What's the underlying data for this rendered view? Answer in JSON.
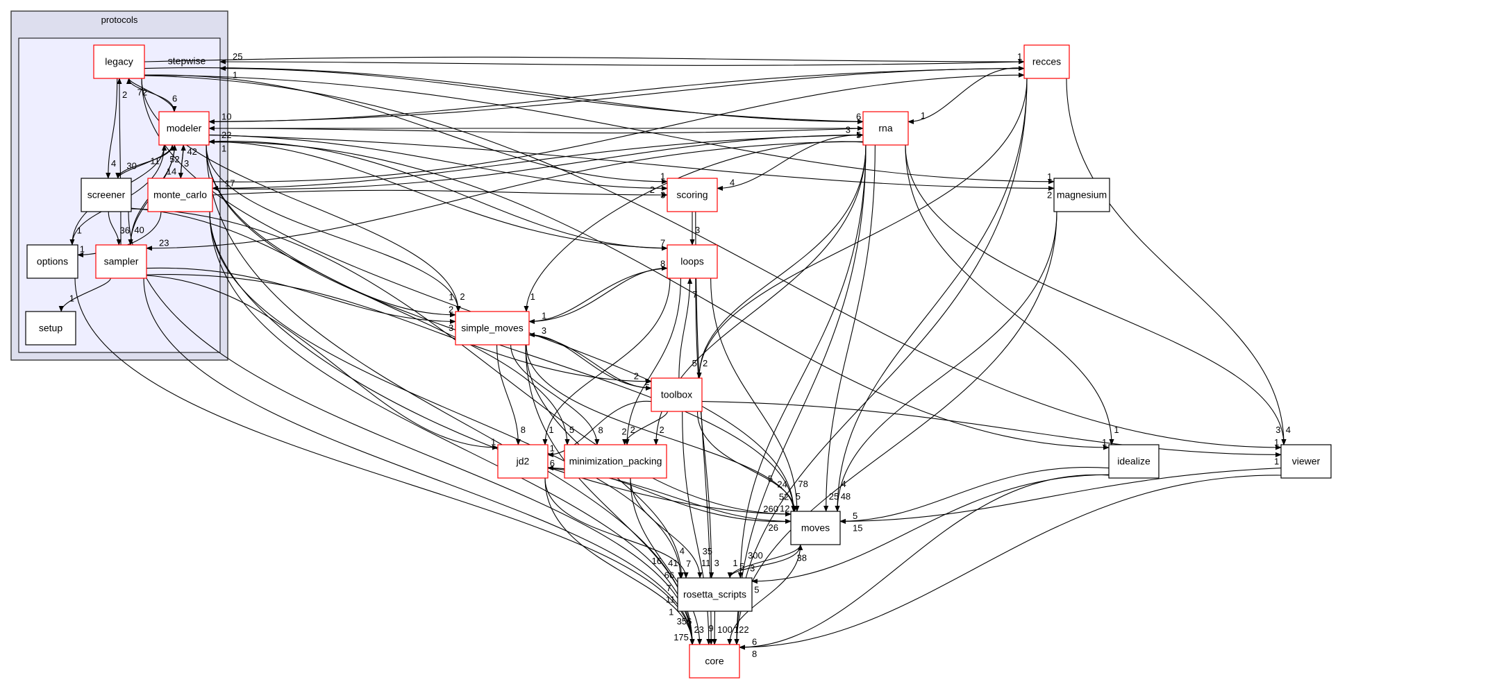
{
  "cluster": {
    "outer_title": "protocols",
    "inner_title": "stepwise",
    "outer_fill": "#dddeee",
    "inner_fill": "#eeeeff"
  },
  "colors": {
    "has_subdirs_border": "#ff0000",
    "plain_border": "#000000",
    "edge": "#000000"
  },
  "nodes": [
    {
      "id": "legacy",
      "label": "legacy",
      "has_subdirs": true
    },
    {
      "id": "modeler",
      "label": "modeler",
      "has_subdirs": true
    },
    {
      "id": "screener",
      "label": "screener",
      "has_subdirs": false
    },
    {
      "id": "monte_carlo",
      "label": "monte_carlo",
      "has_subdirs": true
    },
    {
      "id": "options",
      "label": "options",
      "has_subdirs": false
    },
    {
      "id": "sampler",
      "label": "sampler",
      "has_subdirs": true
    },
    {
      "id": "setup",
      "label": "setup",
      "has_subdirs": false
    },
    {
      "id": "recces",
      "label": "recces",
      "has_subdirs": true
    },
    {
      "id": "rna",
      "label": "rna",
      "has_subdirs": true
    },
    {
      "id": "magnesium",
      "label": "magnesium",
      "has_subdirs": false
    },
    {
      "id": "scoring",
      "label": "scoring",
      "has_subdirs": true
    },
    {
      "id": "loops",
      "label": "loops",
      "has_subdirs": true
    },
    {
      "id": "simple_moves",
      "label": "simple_moves",
      "has_subdirs": true
    },
    {
      "id": "toolbox",
      "label": "toolbox",
      "has_subdirs": true
    },
    {
      "id": "jd2",
      "label": "jd2",
      "has_subdirs": true
    },
    {
      "id": "minimization_packing",
      "label": "minimization_packing",
      "has_subdirs": true
    },
    {
      "id": "idealize",
      "label": "idealize",
      "has_subdirs": false
    },
    {
      "id": "viewer",
      "label": "viewer",
      "has_subdirs": false
    },
    {
      "id": "moves",
      "label": "moves",
      "has_subdirs": false
    },
    {
      "id": "rosetta_scripts",
      "label": "rosetta_scripts",
      "has_subdirs": false
    },
    {
      "id": "core",
      "label": "core",
      "has_subdirs": true
    }
  ],
  "edges": [
    {
      "from": "legacy",
      "to": "modeler",
      "label": "6"
    },
    {
      "from": "modeler",
      "to": "legacy",
      "label": "72"
    },
    {
      "from": "legacy",
      "to": "screener",
      "label": "4"
    },
    {
      "from": "sampler",
      "to": "legacy",
      "label": "2"
    },
    {
      "from": "modeler",
      "to": "screener",
      "label": "30"
    },
    {
      "from": "screener",
      "to": "modeler",
      "label": "52"
    },
    {
      "from": "modeler",
      "to": "monte_carlo",
      "label": "3"
    },
    {
      "from": "monte_carlo",
      "to": "modeler",
      "label": "42"
    },
    {
      "from": "modeler",
      "to": "options",
      "label": "1"
    },
    {
      "from": "options",
      "to": "modeler",
      "label": "11"
    },
    {
      "from": "sampler",
      "to": "modeler",
      "label": "14"
    },
    {
      "from": "modeler",
      "to": "sampler",
      "label": "40"
    },
    {
      "from": "screener",
      "to": "sampler",
      "label": "36"
    },
    {
      "from": "monte_carlo",
      "to": "options",
      "label": "1"
    },
    {
      "from": "sampler",
      "to": "setup",
      "label": "1"
    },
    {
      "from": "rna",
      "to": "sampler",
      "label": "23"
    },
    {
      "from": "recces",
      "to": "stepwise",
      "label": "25"
    },
    {
      "from": "rna",
      "to": "stepwise",
      "label": "1"
    },
    {
      "from": "recces",
      "to": "modeler",
      "label": "10"
    },
    {
      "from": "rna",
      "to": "modeler",
      "label": "22"
    },
    {
      "from": "loops",
      "to": "modeler",
      "label": "1"
    },
    {
      "from": "rna",
      "to": "monte_carlo",
      "label": "17"
    },
    {
      "from": "legacy",
      "to": "recces",
      "label": "1"
    },
    {
      "from": "modeler",
      "to": "recces",
      "label": ""
    },
    {
      "from": "monte_carlo",
      "to": "recces",
      "label": ""
    },
    {
      "from": "legacy",
      "to": "rna",
      "label": "6"
    },
    {
      "from": "modeler",
      "to": "rna",
      "label": "5"
    },
    {
      "from": "monte_carlo",
      "to": "rna",
      "label": "3"
    },
    {
      "from": "recces",
      "to": "rna",
      "label": "1"
    },
    {
      "from": "legacy",
      "to": "magnesium",
      "label": "1"
    },
    {
      "from": "modeler",
      "to": "magnesium",
      "label": "2"
    },
    {
      "from": "legacy",
      "to": "scoring",
      "label": "1"
    },
    {
      "from": "modeler",
      "to": "scoring",
      "label": "3"
    },
    {
      "from": "monte_carlo",
      "to": "scoring",
      "label": "2"
    },
    {
      "from": "rna",
      "to": "scoring",
      "label": "4"
    },
    {
      "from": "scoring",
      "to": "loops",
      "label": "3"
    },
    {
      "from": "modeler",
      "to": "loops",
      "label": "7"
    },
    {
      "from": "simple_moves",
      "to": "loops",
      "label": "8"
    },
    {
      "from": "toolbox",
      "to": "loops",
      "label": "7"
    },
    {
      "from": "legacy",
      "to": "simple_moves",
      "label": "2"
    },
    {
      "from": "modeler",
      "to": "simple_moves",
      "label": "1"
    },
    {
      "from": "screener",
      "to": "simple_moves",
      "label": "2"
    },
    {
      "from": "sampler",
      "to": "simple_moves",
      "label": "3"
    },
    {
      "from": "loops",
      "to": "simple_moves",
      "label": "1"
    },
    {
      "from": "rna",
      "to": "simple_moves",
      "label": "1"
    },
    {
      "from": "toolbox",
      "to": "simple_moves",
      "label": "3"
    },
    {
      "from": "simple_moves",
      "to": "toolbox",
      "label": "2"
    },
    {
      "from": "sampler",
      "to": "toolbox",
      "label": "2"
    },
    {
      "from": "recces",
      "to": "toolbox",
      "label": "2"
    },
    {
      "from": "rna",
      "to": "toolbox",
      "label": "5"
    },
    {
      "from": "simple_moves",
      "to": "jd2",
      "label": "8"
    },
    {
      "from": "loops",
      "to": "jd2",
      "label": "1"
    },
    {
      "from": "sampler",
      "to": "jd2",
      "label": "1"
    },
    {
      "from": "toolbox",
      "to": "jd2",
      "label": "1"
    },
    {
      "from": "moves",
      "to": "jd2",
      "label": "6"
    },
    {
      "from": "simple_moves",
      "to": "minimization_packing",
      "label": "8"
    },
    {
      "from": "modeler",
      "to": "minimization_packing",
      "label": "5"
    },
    {
      "from": "loops",
      "to": "minimization_packing",
      "label": "2"
    },
    {
      "from": "toolbox",
      "to": "minimization_packing",
      "label": "2"
    },
    {
      "from": "rna",
      "to": "minimization_packing",
      "label": "2"
    },
    {
      "from": "modeler",
      "to": "moves",
      "label": "5"
    },
    {
      "from": "monte_carlo",
      "to": "moves",
      "label": "260"
    },
    {
      "from": "simple_moves",
      "to": "moves",
      "label": "52"
    },
    {
      "from": "jd2",
      "to": "moves",
      "label": "26"
    },
    {
      "from": "loops",
      "to": "moves",
      "label": "78"
    },
    {
      "from": "screener",
      "to": "moves",
      "label": "12"
    },
    {
      "from": "rna",
      "to": "moves",
      "label": "25"
    },
    {
      "from": "legacy",
      "to": "moves",
      "label": "24"
    },
    {
      "from": "toolbox",
      "to": "moves",
      "label": "5"
    },
    {
      "from": "idealize",
      "to": "moves",
      "label": "5"
    },
    {
      "from": "magnesium",
      "to": "moves",
      "label": "48"
    },
    {
      "from": "viewer",
      "to": "moves",
      "label": "15"
    },
    {
      "from": "recces",
      "to": "moves",
      "label": "4"
    },
    {
      "from": "rosetta_scripts",
      "to": "moves",
      "label": "38"
    },
    {
      "from": "jd2",
      "to": "rosetta_scripts",
      "label": "7"
    },
    {
      "from": "minimization_packing",
      "to": "rosetta_scripts",
      "label": "11"
    },
    {
      "from": "loops",
      "to": "rosetta_scripts",
      "label": "3"
    },
    {
      "from": "simple_moves",
      "to": "rosetta_scripts",
      "label": "41"
    },
    {
      "from": "monte_carlo",
      "to": "rosetta_scripts",
      "label": "4"
    },
    {
      "from": "moves",
      "to": "rosetta_scripts",
      "label": "5"
    },
    {
      "from": "rna",
      "to": "rosetta_scripts",
      "label": "1"
    },
    {
      "from": "idealize",
      "to": "rosetta_scripts",
      "label": ""
    },
    {
      "from": "rna",
      "to": "idealize",
      "label": "1"
    },
    {
      "from": "modeler",
      "to": "idealize",
      "label": "1"
    },
    {
      "from": "rna",
      "to": "viewer",
      "label": "4"
    },
    {
      "from": "legacy",
      "to": "viewer",
      "label": "1"
    },
    {
      "from": "recces",
      "to": "viewer",
      "label": "3"
    },
    {
      "from": "toolbox",
      "to": "viewer",
      "label": "1"
    },
    {
      "from": "rosetta_scripts",
      "to": "core",
      "label": "100"
    },
    {
      "from": "moves",
      "to": "core",
      "label": "122"
    },
    {
      "from": "jd2",
      "to": "core",
      "label": "23"
    },
    {
      "from": "minimization_packing",
      "to": "core",
      "label": "356"
    },
    {
      "from": "toolbox",
      "to": "core",
      "label": "35"
    },
    {
      "from": "simple_moves",
      "to": "core",
      "label": "175"
    },
    {
      "from": "sampler",
      "to": "core",
      "label": "11"
    },
    {
      "from": "options",
      "to": "core",
      "label": "1"
    },
    {
      "from": "screener",
      "to": "core",
      "label": "7"
    },
    {
      "from": "monte_carlo",
      "to": "core",
      "label": "66"
    },
    {
      "from": "modeler",
      "to": "core",
      "label": "16"
    },
    {
      "from": "idealize",
      "to": "core",
      "label": "6"
    },
    {
      "from": "viewer",
      "to": "core",
      "label": "8"
    },
    {
      "from": "recces",
      "to": "core",
      "label": "3"
    },
    {
      "from": "rna",
      "to": "core",
      "label": "300"
    },
    {
      "from": "magnesium",
      "to": "core",
      "label": "5"
    },
    {
      "from": "scoring",
      "to": "core",
      "label": "9"
    }
  ]
}
